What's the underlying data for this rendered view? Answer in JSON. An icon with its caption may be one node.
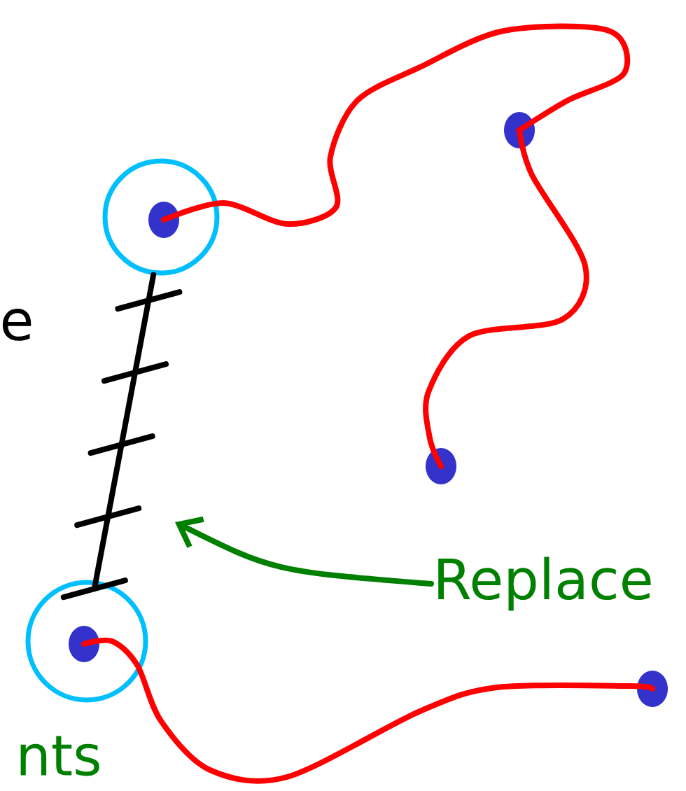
{
  "diagram": {
    "nodes": [
      {
        "text": [],
        "shape": "circle"
      },
      {
        "text": [],
        "shape": "circle"
      },
      {
        "text": [],
        "shape": "circle"
      },
      {
        "text": [],
        "shape": "circle"
      },
      {
        "text": [],
        "shape": "circle"
      },
      {
        "text": [
          "Replace"
        ]
      }
    ],
    "edges": [
      {
        "from": 1,
        "to": 3,
        "arrow": "none"
      },
      {
        "from": 3,
        "to": 2,
        "arrow": "none"
      },
      {
        "from": 0,
        "to": 4,
        "arrow": "none"
      },
      {
        "from": 1,
        "to": 0,
        "arrow": "none",
        "color": "#000000"
      },
      {
        "from": 5,
        "to": null,
        "arrow": "to",
        "color": "#008000"
      }
    ],
    "labels": [
      "e",
      "nts"
    ]
  }
}
